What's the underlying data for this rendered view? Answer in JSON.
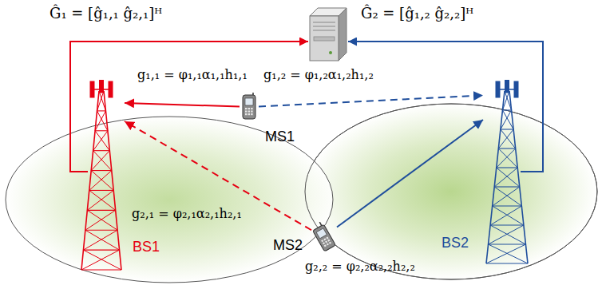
{
  "diagram": {
    "nodes": [
      {
        "text": [
          "BS1"
        ]
      },
      {
        "text": [
          "MS1"
        ]
      },
      {
        "text": [
          "BS2"
        ]
      },
      {
        "text": [
          "MS2"
        ]
      }
    ],
    "edges": [
      {
        "from": 1,
        "to": 0,
        "arrow": "to"
      },
      {
        "from": 1,
        "to": 2,
        "arrow": "to"
      },
      {
        "from": 3,
        "to": 0,
        "arrow": "to"
      },
      {
        "from": 3,
        "to": 2,
        "arrow": "to"
      }
    ],
    "labels": [
      "Ĝ₁ = [ĝ₁,₁ ĝ₂,₁]ᴴ",
      "Ĝ₂ = [ĝ₁,₂ ĝ₂,₂]ᴴ",
      "g₁,₁ = φ₁,₁α₁,₁h₁,₁",
      "g₁,₂ = φ₁,₂α₁,₂h₁,₂",
      "g₂,₁ = φ₂,₁α₂,₁h₂,₁",
      "g₂,₂ = φ₂,₂α₂,₂h₂,₂"
    ]
  }
}
